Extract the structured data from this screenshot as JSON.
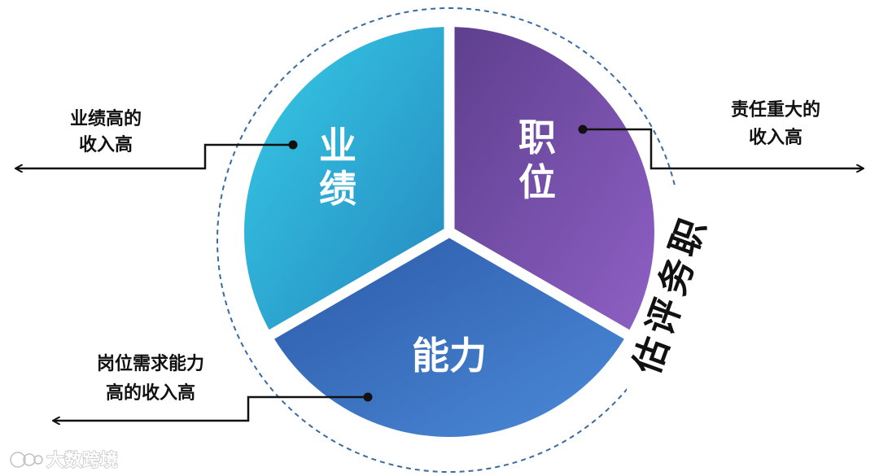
{
  "segments": {
    "performance": {
      "label": [
        "业",
        "绩"
      ],
      "color_from": "#2fc3e0",
      "color_to": "#2796c8"
    },
    "position": {
      "label": [
        "职",
        "位"
      ],
      "color_from": "#6a4aa0",
      "color_to": "#8a5cc0"
    },
    "ability": {
      "label": "能力",
      "color_from": "#2f5fb0",
      "color_to": "#4a8ad8"
    }
  },
  "callouts": {
    "left_top": [
      "业绩高的",
      "收入高"
    ],
    "right_top": [
      "责任重大的",
      "收入高"
    ],
    "left_bottom": [
      "岗位需求能力",
      "高的收入高"
    ]
  },
  "title": [
    "职",
    "务",
    "评",
    "估"
  ],
  "watermark": "大数跨境",
  "colors": {
    "ring": "#3a6aa0",
    "arrow": "#111111"
  }
}
